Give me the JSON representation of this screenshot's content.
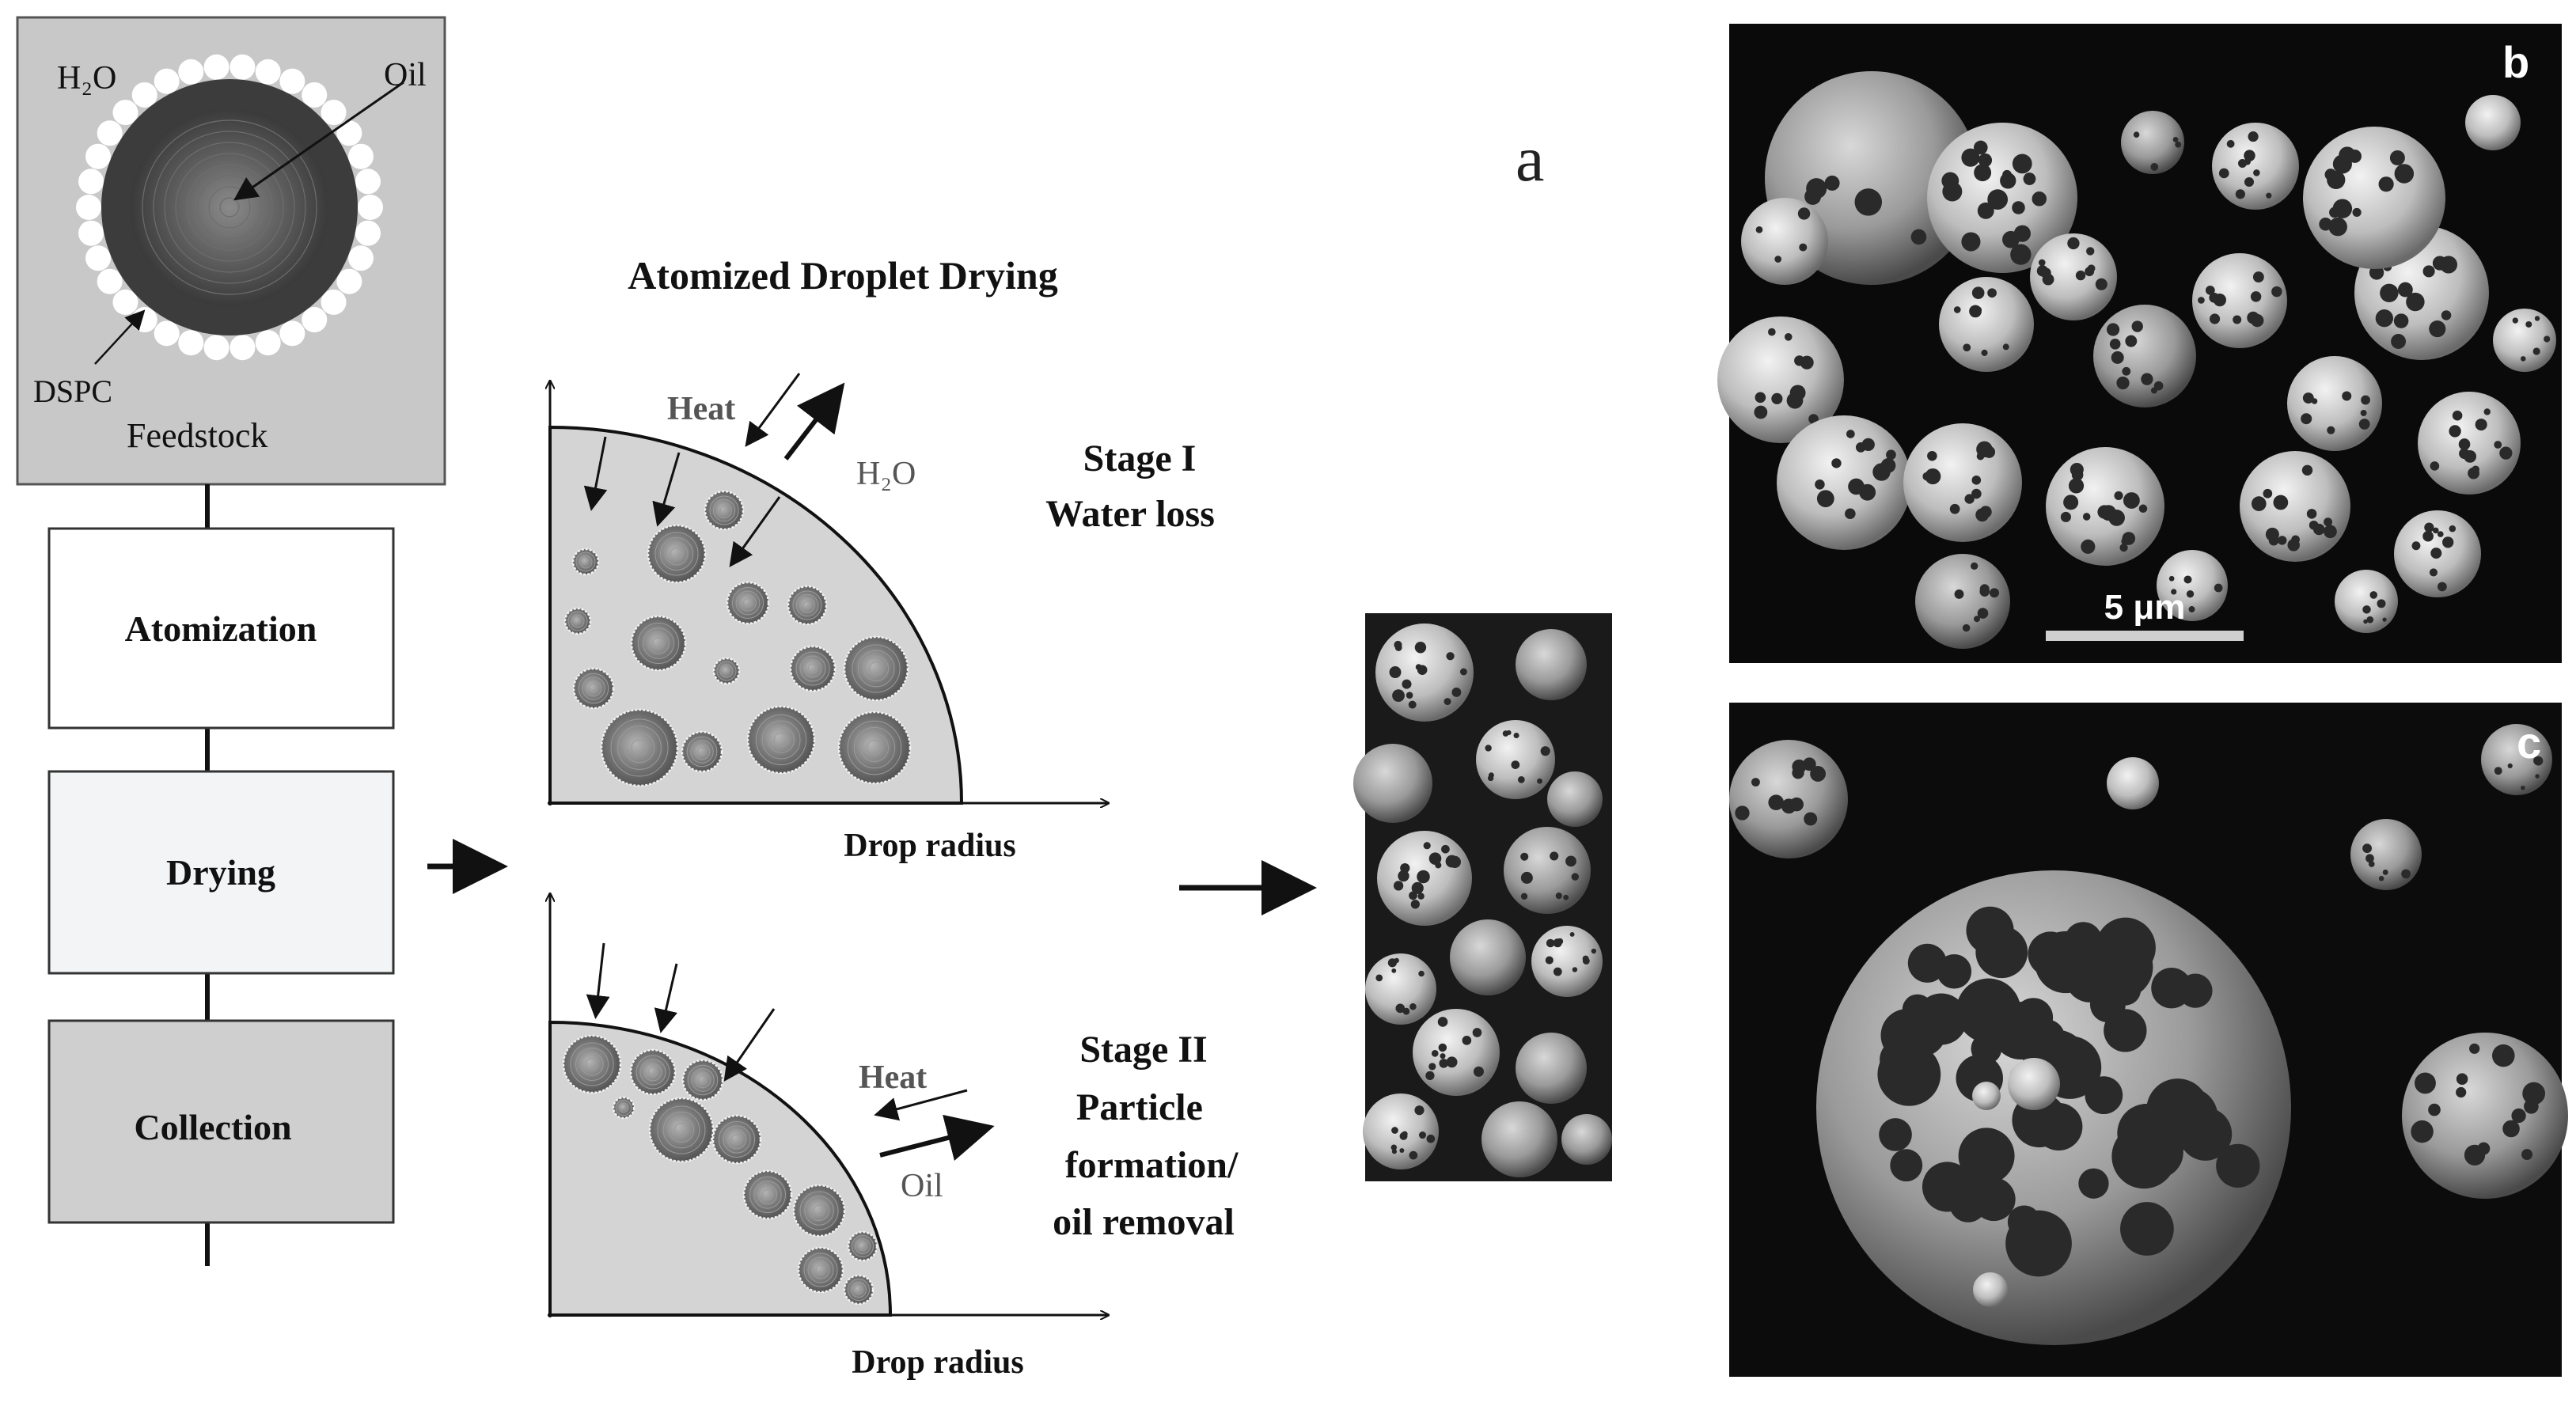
{
  "figure_label": "a",
  "feedstock": {
    "water_label": "H₂O",
    "oil_label": "Oil",
    "dspc_label": "DSPC",
    "title": "Feedstock"
  },
  "process_steps": [
    "Atomization",
    "Drying",
    "Collection"
  ],
  "drying_diagram": {
    "title": "Atomized Droplet Drying",
    "stage1": {
      "heat_label": "Heat",
      "water_label": "H₂O",
      "title_line1": "Stage I",
      "title_line2": "Water loss",
      "axis_label": "Drop radius"
    },
    "stage2": {
      "heat_label": "Heat",
      "oil_label": "Oil",
      "title_line1": "Stage II",
      "title_line2": "Particle",
      "title_line3": "formation/",
      "title_line4": "oil removal",
      "axis_label": "Drop radius"
    }
  },
  "micrographs": {
    "b": {
      "label": "b",
      "scale_bar": "5 μm"
    },
    "c": {
      "label": "c"
    }
  },
  "colors": {
    "feedstock_bg": "#c8c8c8",
    "drying_box": "#f2f4f6",
    "collection_box": "#cfcfcf",
    "droplet_fill": "#d4d4d4",
    "sem_bg": "#0a0a0a"
  }
}
